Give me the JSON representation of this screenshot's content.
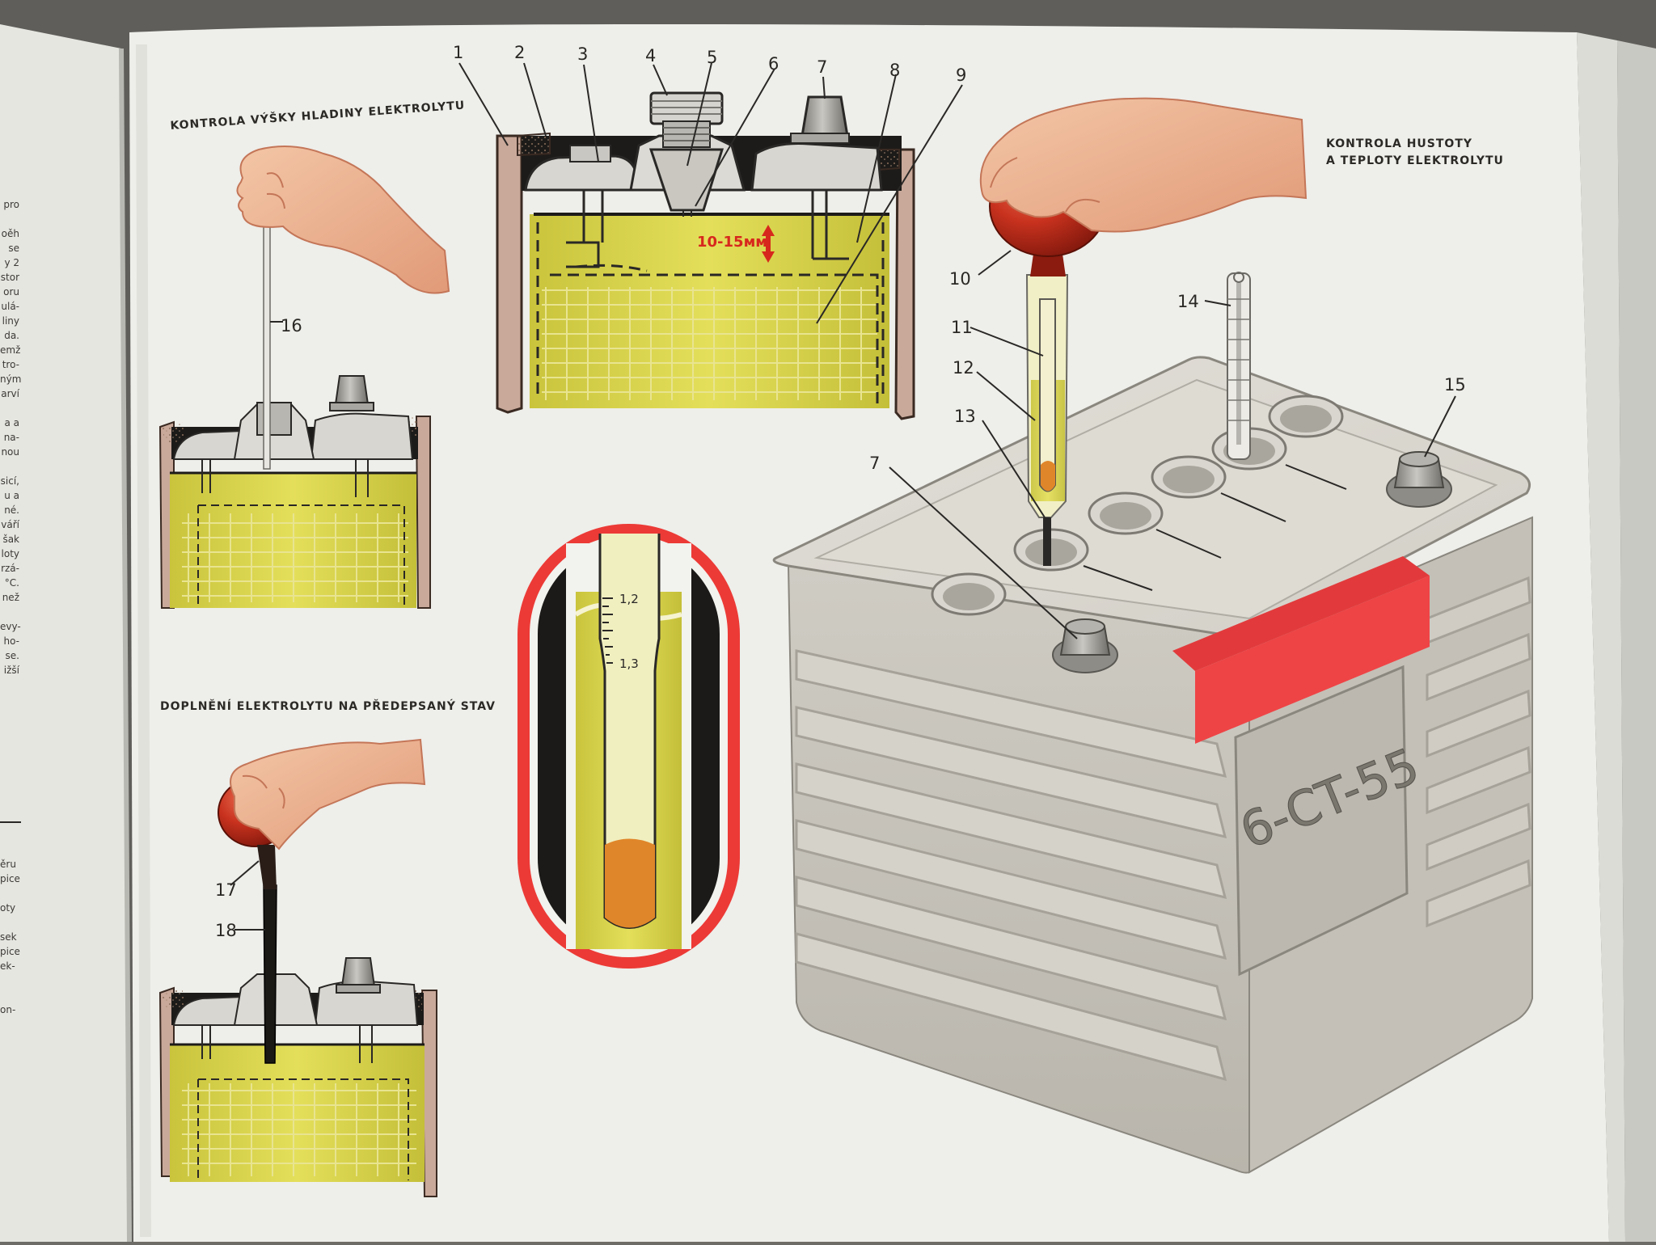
{
  "captions": {
    "level_check": "KONTROLA VÝŠKY HLADINY ELEKTROLYTU",
    "topping_up": "DOPLNĚNÍ ELEKTROLYTU NA PŘEDEPSANÝ STAV",
    "density_line1": "KONTROLA HUSTOTY",
    "density_line2": "A TEPLOTY ELEKTROLYTU"
  },
  "labels": {
    "n1": "1",
    "n2": "2",
    "n3": "3",
    "n4": "4",
    "n5": "5",
    "n6": "6",
    "n7": "7",
    "n8": "8",
    "n9": "9",
    "n10": "10",
    "n11": "11",
    "n12": "12",
    "n13": "13",
    "n14": "14",
    "n15": "15",
    "n16": "16",
    "n17": "17",
    "n18": "18",
    "n7b": "7",
    "level_range": "10-15мм",
    "scale_12": "1,2",
    "scale_13": "1,3",
    "battery_model": "6-CT-55"
  },
  "left_page_fragments": {
    "top": [
      "pro",
      "",
      "oěh",
      "se",
      "y 2",
      "stor",
      "oru",
      "ulá-",
      "liny",
      "da.",
      "emž",
      "tro-",
      "ným",
      "arví",
      "",
      "a a",
      "na-",
      "nou",
      "",
      "sicí,",
      "u a",
      "né.",
      "váří",
      "šak",
      "loty",
      "rzá-",
      "°C.",
      "než",
      "",
      "evy-",
      "ho-",
      "se.",
      "ižší"
    ],
    "bottom": [
      "ěru",
      "pice",
      "",
      "oty",
      "",
      "sek",
      "pice",
      "ek-",
      "",
      "",
      "on-"
    ]
  },
  "colors": {
    "page": "#eeeeea",
    "electrolyte": "#d8d34a",
    "battery_case": "#d9d6ce",
    "bulb_red": "#c8321e",
    "stripe_red": "#ee4446",
    "metal": "#9a9892"
  }
}
